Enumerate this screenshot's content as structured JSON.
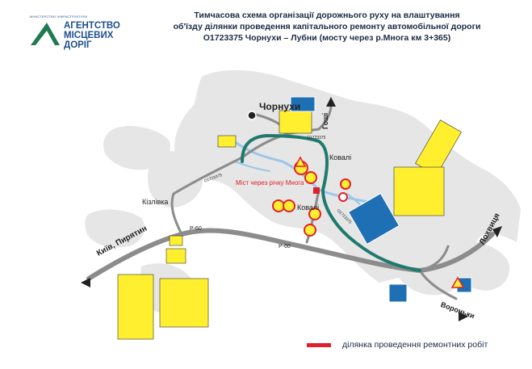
{
  "logo": {
    "small_text": "МІНІСТЕРСТВО ІНФРАСТРУКТУРИ",
    "line1": "АГЕНТСТВО",
    "line2": "МІСЦЕВИХ",
    "line3": "ДОРІГ"
  },
  "title": {
    "line1": "Тимчасова схема організації дорожнього руху на влаштування",
    "line2": "об'їзду ділянки проведення капітального ремонту автомобільної дороги",
    "line3": "О1723375 Чорнухи – Лубни (мосту через р.Многа км 3+365)"
  },
  "places": {
    "chornukhy": "Чорнухи",
    "kovali_top": "Ковалі",
    "kovali_bottom": "Ковалі",
    "kizlivka": "Кізлівка",
    "kyiv_pyriatyn": "Київ, Пирятин",
    "lokhvytsia": "Лохвиця",
    "horoshyne": "Гоші",
    "voronky": "Вороньки"
  },
  "roads": {
    "p60_left": "Р-60",
    "p60_center": "Р-60",
    "road_code_top": "О1723375",
    "road_code_mid": "О1723375",
    "road_code_low": "О1723375"
  },
  "bridge_label": "Міст через річку Многа",
  "legend": {
    "text": "ділянка проведення ремонтних робіт",
    "color": "#e0212c"
  },
  "colors": {
    "terrain": "#e6e6e6",
    "road": "#8c8c8c",
    "detour": "#1f7a6d",
    "water": "#9cc7e8",
    "sign_yellow": "#ffef2e",
    "sign_blue": "#1f6fb5",
    "repair": "#e0212c"
  }
}
